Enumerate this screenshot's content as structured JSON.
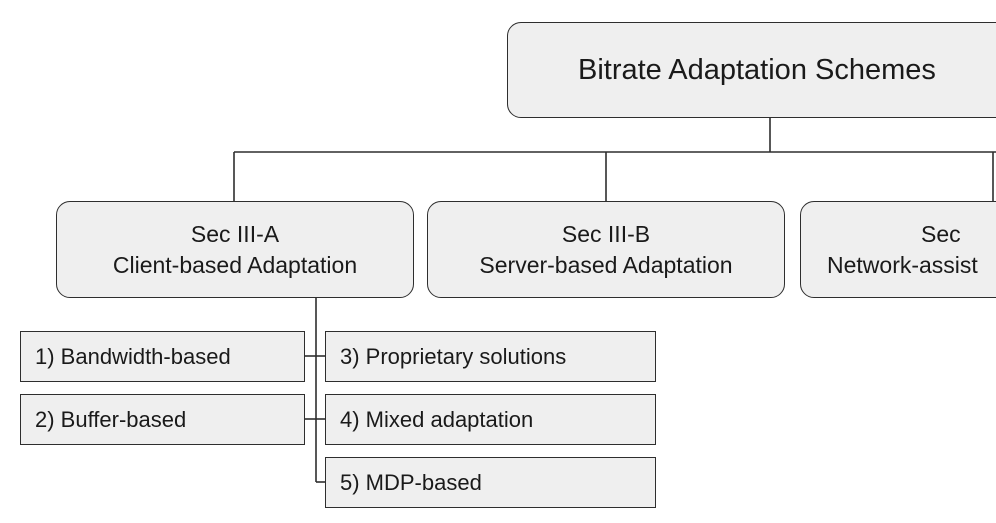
{
  "root": {
    "label": "Bitrate Adaptation Schemes"
  },
  "sections": [
    {
      "heading": "Sec III-A",
      "title": "Client-based Adaptation"
    },
    {
      "heading": "Sec III-B",
      "title": "Server-based Adaptation"
    },
    {
      "heading": "Sec",
      "title": "Network-assist"
    }
  ],
  "client_subtypes": [
    {
      "label": "1) Bandwidth-based"
    },
    {
      "label": "2) Buffer-based"
    },
    {
      "label": "3) Proprietary solutions"
    },
    {
      "label": "4) Mixed adaptation"
    },
    {
      "label": "5) MDP-based"
    }
  ],
  "colors": {
    "box_fill": "#efefef",
    "stroke": "#2e2e2e",
    "text": "#1a1a1a"
  }
}
